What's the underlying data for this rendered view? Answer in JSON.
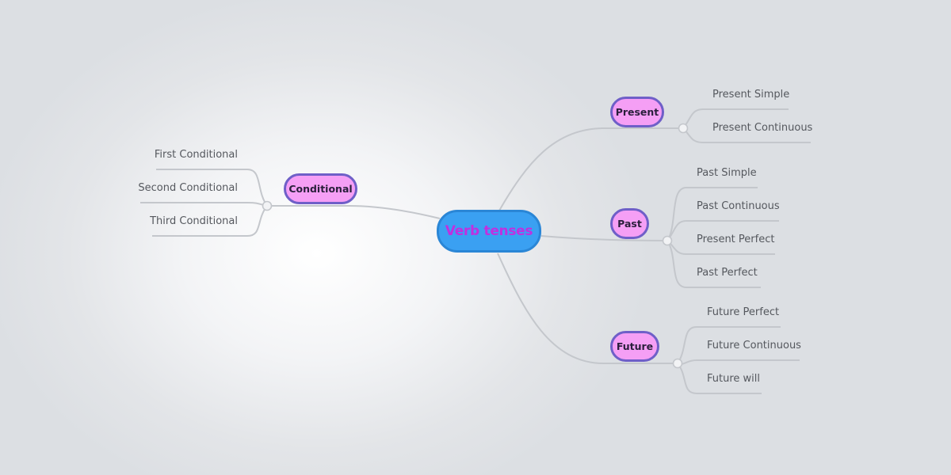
{
  "root": {
    "label": "Verb tenses"
  },
  "branches": [
    {
      "label": "Present",
      "leaves": [
        "Present Simple",
        "Present Continuous"
      ]
    },
    {
      "label": "Past",
      "leaves": [
        "Past Simple",
        "Past Continuous",
        "Present Perfect",
        "Past Perfect"
      ]
    },
    {
      "label": "Future",
      "leaves": [
        "Future Perfect",
        "Future Continuous",
        "Future will"
      ]
    },
    {
      "label": "Conditional",
      "leaves": [
        "First Conditional",
        "Second Conditional",
        "Third Conditional"
      ]
    }
  ],
  "colors": {
    "root_fill": "#3aa0f2",
    "root_border": "#2a86d6",
    "root_text": "#c030e0",
    "branch_fill": "#f59ff5",
    "branch_border": "#6f5fc8",
    "connector": "#c4c7cc"
  }
}
